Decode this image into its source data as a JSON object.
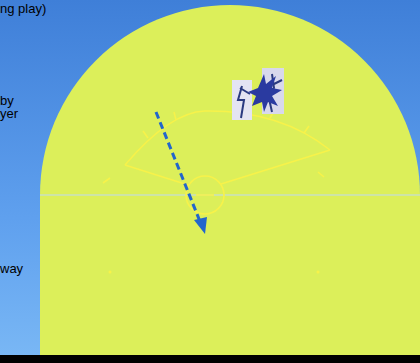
{
  "diagram": {
    "labels": [
      "ng play)",
      "by",
      "yer",
      "way"
    ]
  }
}
